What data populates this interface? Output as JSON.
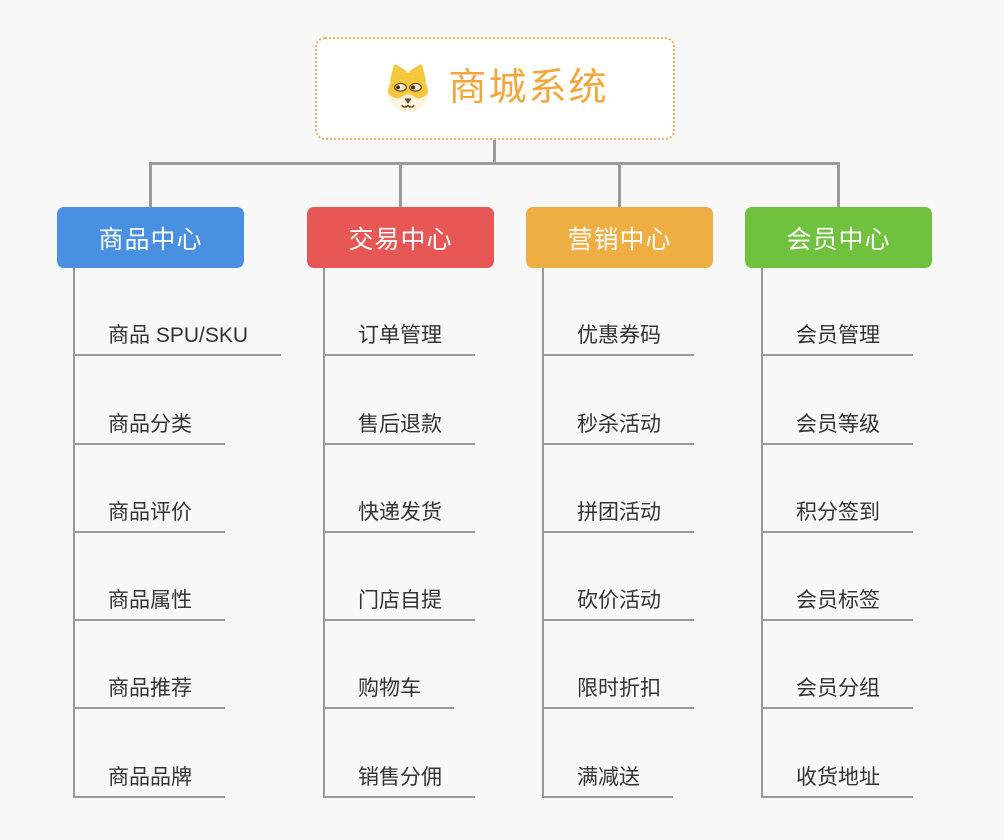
{
  "root": {
    "title": "商城系统",
    "icon": "dog-face-icon",
    "accent_text": "#f2a63c",
    "accent_border": "#f1b257"
  },
  "branches": [
    {
      "label": "商品中心",
      "color": "#4a90e2",
      "children": [
        "商品 SPU/SKU",
        "商品分类",
        "商品评价",
        "商品属性",
        "商品推荐",
        "商品品牌"
      ]
    },
    {
      "label": "交易中心",
      "color": "#e65755",
      "children": [
        "订单管理",
        "售后退款",
        "快递发货",
        "门店自提",
        "购物车",
        "销售分佣"
      ]
    },
    {
      "label": "营销中心",
      "color": "#efae44",
      "children": [
        "优惠券码",
        "秒杀活动",
        "拼团活动",
        "砍价活动",
        "限时折扣",
        "满减送"
      ]
    },
    {
      "label": "会员中心",
      "color": "#6fc13e",
      "children": [
        "会员管理",
        "会员等级",
        "积分签到",
        "会员标签",
        "会员分组",
        "收货地址"
      ]
    }
  ],
  "connector_color": "#9b9b9b",
  "leaf_line_color": "#999999"
}
